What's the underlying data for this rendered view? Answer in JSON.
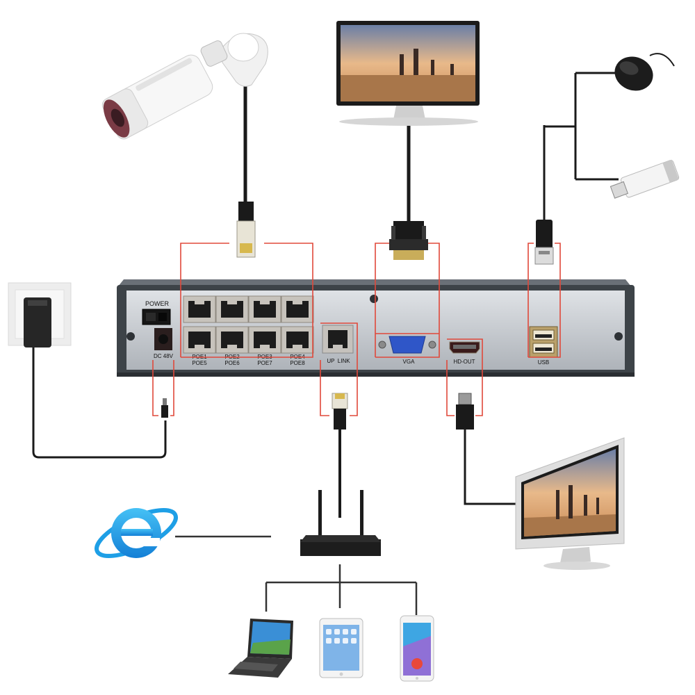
{
  "nvr": {
    "power_label": "POWER",
    "dc_label": "DC 48V",
    "poe_ports": [
      {
        "top": "POE1",
        "bottom": "POE5"
      },
      {
        "top": "POE2",
        "bottom": "POE6"
      },
      {
        "top": "POE3",
        "bottom": "POE7"
      },
      {
        "top": "POE4",
        "bottom": "POE8"
      }
    ],
    "uplink_label": "UP  LINK",
    "vga_label": "VGA",
    "hdout_label": "HD-OUT",
    "usb_label": "USB"
  },
  "devices": {
    "camera": "bullet-camera-icon",
    "vga_monitor": "vga-monitor-icon",
    "mouse": "mouse-icon",
    "usb_drive": "usb-drive-icon",
    "power_adapter": "power-adapter-icon",
    "router": "router-icon",
    "browser": "internet-explorer-icon",
    "hdmi_monitor": "hdmi-monitor-icon",
    "laptop": "laptop-icon",
    "tablet": "tablet-icon",
    "phone": "smartphone-icon"
  },
  "colors": {
    "highlight": "#e0483a",
    "nvr_body": "#c9cdd2",
    "nvr_frame": "#3d4348",
    "cable": "#1a1a1a",
    "ie_blue": "#1e9fe6"
  }
}
